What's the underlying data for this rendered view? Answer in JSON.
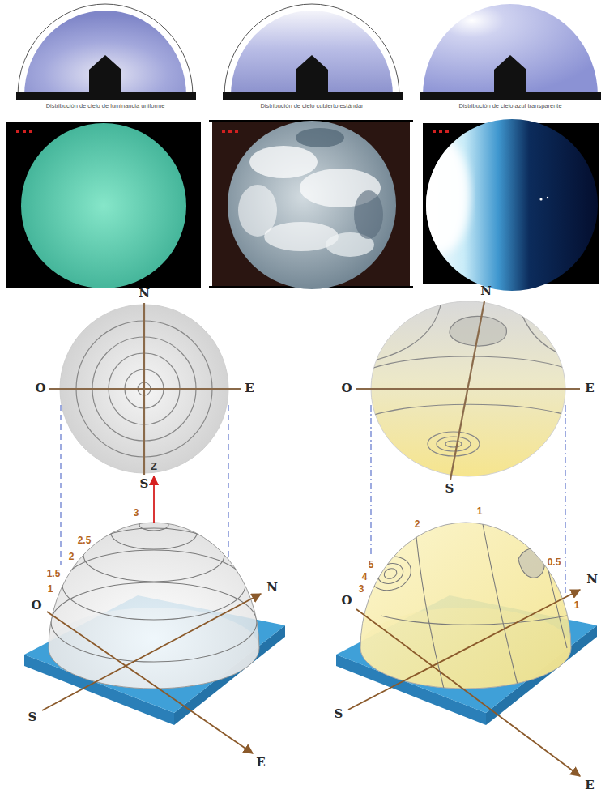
{
  "diagram": {
    "labels": [
      "Distribución de cielo de luminancia uniforme",
      "Distribución de cielo cubierto estándar",
      "Distribución de cielo azul transparente",
      "N",
      "O",
      "E",
      "S",
      "N",
      "O",
      "E",
      "S",
      "Z",
      "3",
      "2.5",
      "2",
      "1.5",
      "1",
      "O",
      "N",
      "S",
      "E",
      "2",
      "1",
      "0.5",
      "5",
      "4",
      "3",
      "O",
      "1",
      "N",
      "S",
      "E"
    ]
  }
}
